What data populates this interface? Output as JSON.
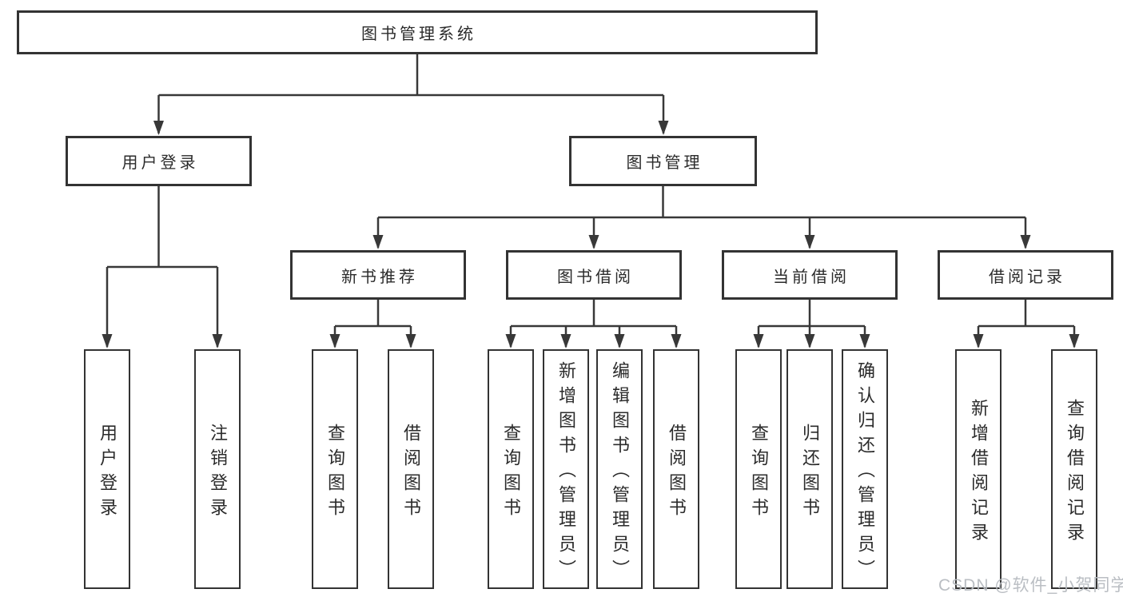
{
  "colors": {
    "line": "#383838",
    "box_border": "#333333",
    "text": "#2b2b2b",
    "background": "#ffffff",
    "watermark": "#b7bbc0"
  },
  "watermark": {
    "text": "CSDN @软件_小贺同学"
  },
  "tree": {
    "root": {
      "label": "图书管理系统",
      "children": [
        {
          "label": "用户登录",
          "children": [
            {
              "label": "用户登录"
            },
            {
              "label": "注销登录"
            }
          ]
        },
        {
          "label": "图书管理",
          "children": [
            {
              "label": "新书推荐",
              "children": [
                {
                  "label": "查询图书"
                },
                {
                  "label": "借阅图书"
                }
              ]
            },
            {
              "label": "图书借阅",
              "children": [
                {
                  "label": "查询图书"
                },
                {
                  "label": "新增图书（管理员）"
                },
                {
                  "label": "编辑图书（管理员）"
                },
                {
                  "label": "借阅图书"
                }
              ]
            },
            {
              "label": "当前借阅",
              "children": [
                {
                  "label": "查询图书"
                },
                {
                  "label": "归还图书"
                },
                {
                  "label": "确认归还（管理员）"
                }
              ]
            },
            {
              "label": "借阅记录",
              "children": [
                {
                  "label": "新增借阅记录"
                },
                {
                  "label": "查询借阅记录"
                }
              ]
            }
          ]
        }
      ]
    }
  }
}
